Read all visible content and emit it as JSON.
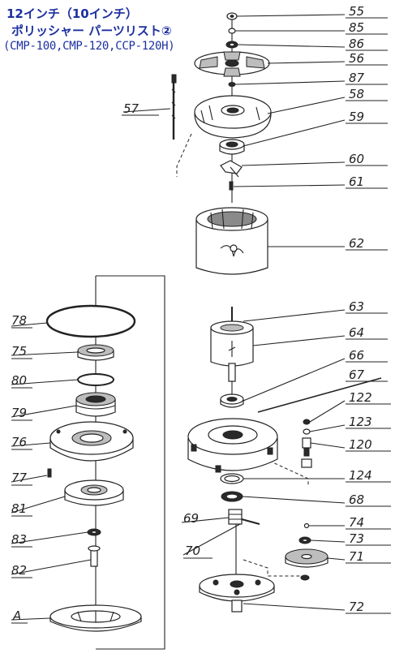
{
  "title": {
    "line1": "12インチ（10インチ）",
    "line2": "ポリッシャー パーツリスト②",
    "line3": "(CMP-100,CMP-120,CCP-120H)"
  },
  "callouts": [
    {
      "id": "55",
      "label": "55"
    },
    {
      "id": "85",
      "label": "85"
    },
    {
      "id": "86",
      "label": "86"
    },
    {
      "id": "56",
      "label": "56"
    },
    {
      "id": "87",
      "label": "87"
    },
    {
      "id": "57",
      "label": "57"
    },
    {
      "id": "58",
      "label": "58"
    },
    {
      "id": "59",
      "label": "59"
    },
    {
      "id": "60",
      "label": "60"
    },
    {
      "id": "61",
      "label": "61"
    },
    {
      "id": "62",
      "label": "62"
    },
    {
      "id": "63",
      "label": "63"
    },
    {
      "id": "64",
      "label": "64"
    },
    {
      "id": "66",
      "label": "66"
    },
    {
      "id": "67",
      "label": "67"
    },
    {
      "id": "122",
      "label": "122"
    },
    {
      "id": "123",
      "label": "123"
    },
    {
      "id": "120",
      "label": "120"
    },
    {
      "id": "124",
      "label": "124"
    },
    {
      "id": "68",
      "label": "68"
    },
    {
      "id": "74",
      "label": "74"
    },
    {
      "id": "73",
      "label": "73"
    },
    {
      "id": "71",
      "label": "71"
    },
    {
      "id": "72",
      "label": "72"
    },
    {
      "id": "69",
      "label": "69"
    },
    {
      "id": "70",
      "label": "70"
    },
    {
      "id": "78",
      "label": "78"
    },
    {
      "id": "75",
      "label": "75"
    },
    {
      "id": "80",
      "label": "80"
    },
    {
      "id": "79",
      "label": "79"
    },
    {
      "id": "76",
      "label": "76"
    },
    {
      "id": "77",
      "label": "77"
    },
    {
      "id": "81",
      "label": "81"
    },
    {
      "id": "83",
      "label": "83"
    },
    {
      "id": "82",
      "label": "82"
    },
    {
      "id": "A",
      "label": "A"
    }
  ]
}
